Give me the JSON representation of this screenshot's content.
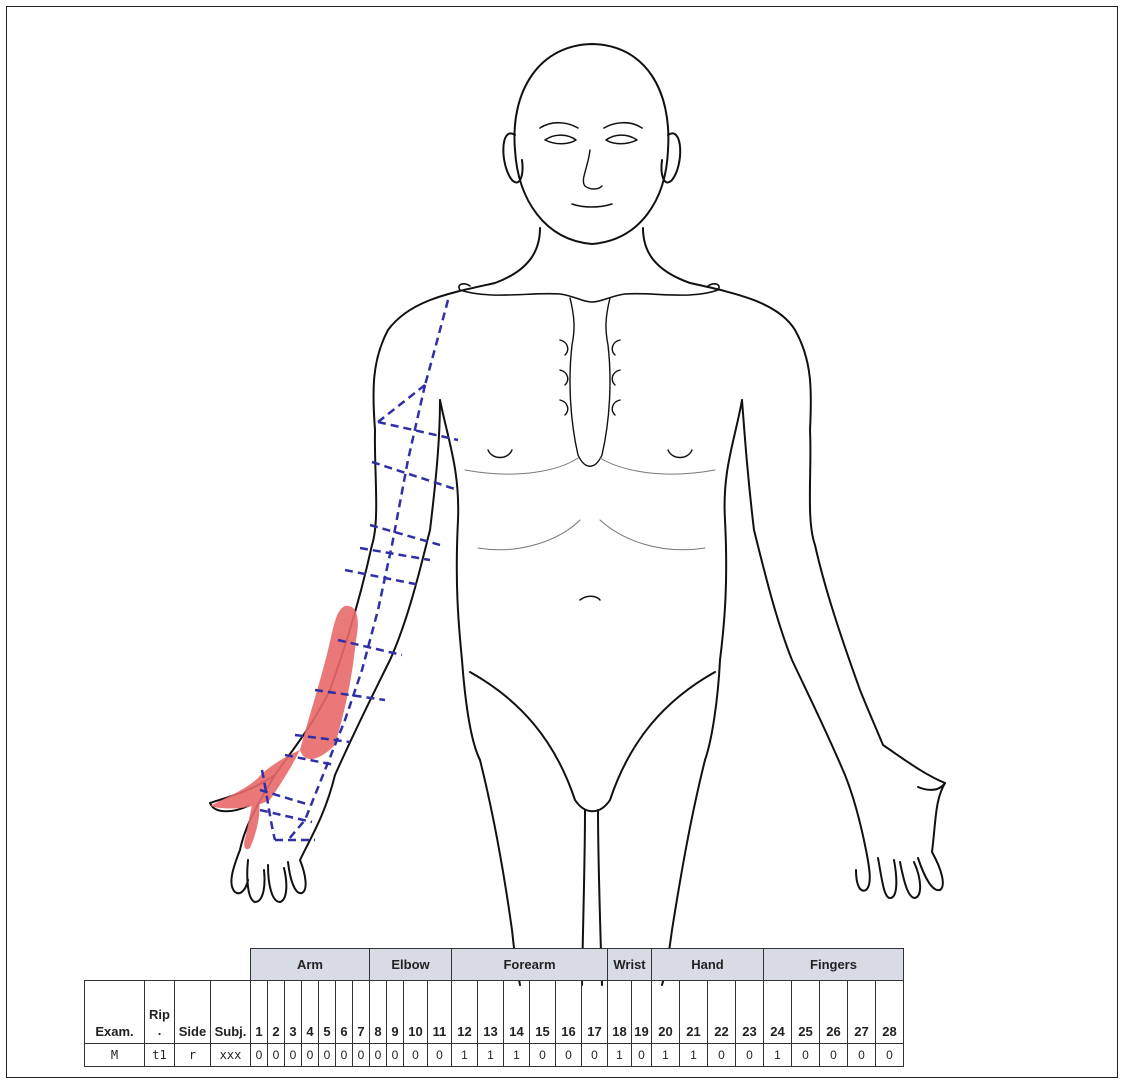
{
  "diagram": {
    "figure": "front-view-human-body-outline",
    "marked_side": "right arm of figure (viewer's left)",
    "shaded_regions": [
      "forearm",
      "wrist",
      "hand",
      "thumb"
    ],
    "colors": {
      "shading": "#e86a6a",
      "grid_lines": "#2f2fa8",
      "outline": "#111111",
      "header_fill": "#d6dbe4"
    }
  },
  "table": {
    "group_headers": [
      "Arm",
      "Elbow",
      "Forearm",
      "Wrist",
      "Hand",
      "Fingers"
    ],
    "meta_headers": {
      "exam": "Exam.",
      "rip_top": "Rip",
      "rip_bottom": ".",
      "side": "Side",
      "subj": "Subj."
    },
    "segment_numbers": [
      "1",
      "2",
      "3",
      "4",
      "5",
      "6",
      "7",
      "8",
      "9",
      "10",
      "11",
      "12",
      "13",
      "14",
      "15",
      "16",
      "17",
      "18",
      "19",
      "20",
      "21",
      "22",
      "23",
      "24",
      "25",
      "26",
      "27",
      "28"
    ],
    "row": {
      "exam": "M",
      "rip": "t1",
      "side": "r",
      "subj": "xxx",
      "values": [
        "0",
        "0",
        "0",
        "0",
        "0",
        "0",
        "0",
        "0",
        "0",
        "0",
        "0",
        "1",
        "1",
        "1",
        "0",
        "0",
        "0",
        "1",
        "0",
        "1",
        "1",
        "0",
        "0",
        "1",
        "0",
        "0",
        "0",
        "0"
      ]
    }
  }
}
